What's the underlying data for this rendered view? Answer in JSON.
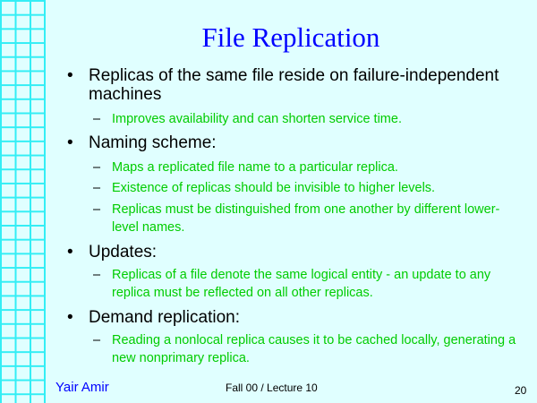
{
  "title": "File Replication",
  "bullets": [
    {
      "text": "Replicas of the same file reside on failure-independent machines",
      "subs": [
        "Improves availability and can shorten service time."
      ]
    },
    {
      "text": "Naming scheme:",
      "subs": [
        "Maps a replicated file name to a particular replica.",
        "Existence of replicas should be invisible to higher levels.",
        "Replicas must be distinguished from one another by different lower-level names."
      ]
    },
    {
      "text": "Updates:",
      "subs": [
        "Replicas of a file denote the same logical entity - an update to any replica must be reflected on all other replicas."
      ]
    },
    {
      "text": "Demand replication:",
      "subs": [
        "Reading a nonlocal replica causes it to be cached locally, generating a new nonprimary replica."
      ]
    }
  ],
  "footer": {
    "author": "Yair Amir",
    "course": "Fall 00 / Lecture 10",
    "page": "20"
  }
}
